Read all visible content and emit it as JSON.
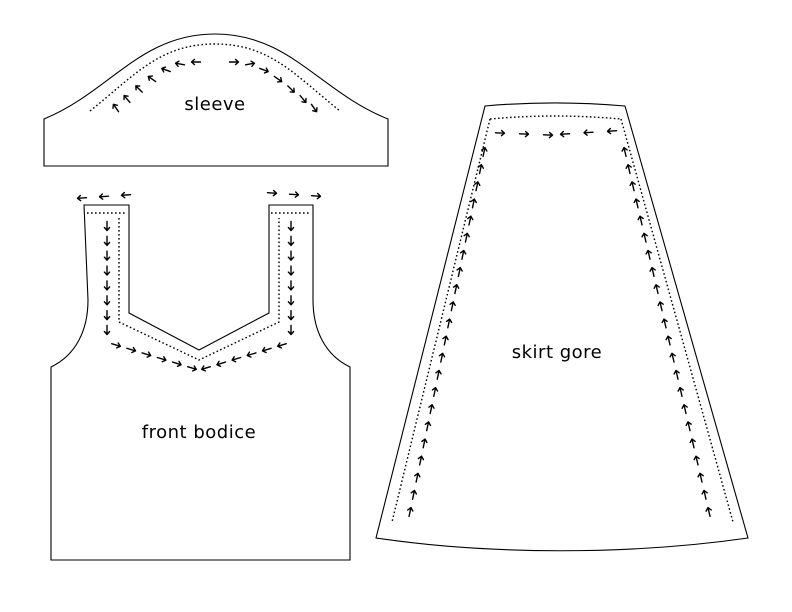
{
  "pieces": {
    "sleeve": {
      "label": "sleeve"
    },
    "front_bodice": {
      "label": "front bodice"
    },
    "skirt_gore": {
      "label": "skirt gore"
    }
  },
  "colors": {
    "line": "#000000",
    "background": "#ffffff"
  }
}
